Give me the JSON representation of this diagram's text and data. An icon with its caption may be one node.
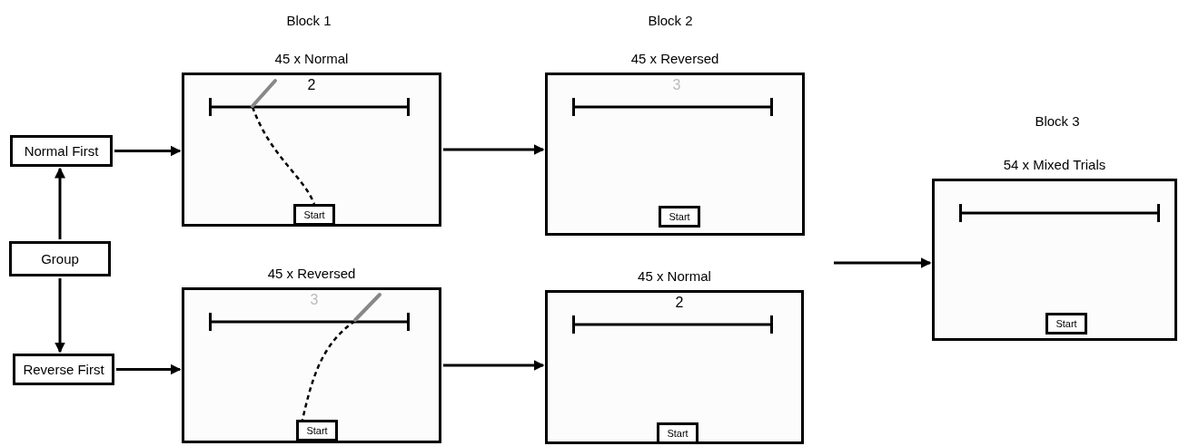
{
  "diagram": {
    "nodes": [
      {
        "text": [
          "Normal First"
        ]
      },
      {
        "text": [
          "Group"
        ]
      },
      {
        "text": [
          "Reverse First"
        ]
      },
      {
        "text": [
          "45 x Normal"
        ]
      },
      {
        "text": [
          "Start"
        ],
        "in": 3
      },
      {
        "text": [
          "45 x Reversed"
        ]
      },
      {
        "text": [
          "Start"
        ],
        "in": 5
      },
      {
        "text": [
          "45 x Reversed"
        ]
      },
      {
        "text": [
          "Start"
        ],
        "in": 7
      },
      {
        "text": [
          "45 x Normal"
        ]
      },
      {
        "text": [
          "Start"
        ],
        "in": 9
      },
      {
        "text": [
          "54 x Mixed Trials"
        ]
      },
      {
        "text": [
          "Start"
        ],
        "in": 11
      }
    ],
    "edges": [
      {
        "from": 1,
        "to": 0,
        "arrow": "to"
      },
      {
        "from": 1,
        "to": 2,
        "arrow": "to"
      },
      {
        "from": 0,
        "to": 3,
        "arrow": "to"
      },
      {
        "from": 3,
        "to": 5,
        "arrow": "to"
      },
      {
        "from": 2,
        "to": 7,
        "arrow": "to"
      },
      {
        "from": 7,
        "to": 9,
        "arrow": "to"
      },
      {
        "from": null,
        "to": 11,
        "arrow": "to"
      }
    ],
    "labels": [
      "Block 1",
      "Block 2",
      "Block 3",
      "2",
      "3",
      "3",
      "2"
    ]
  }
}
